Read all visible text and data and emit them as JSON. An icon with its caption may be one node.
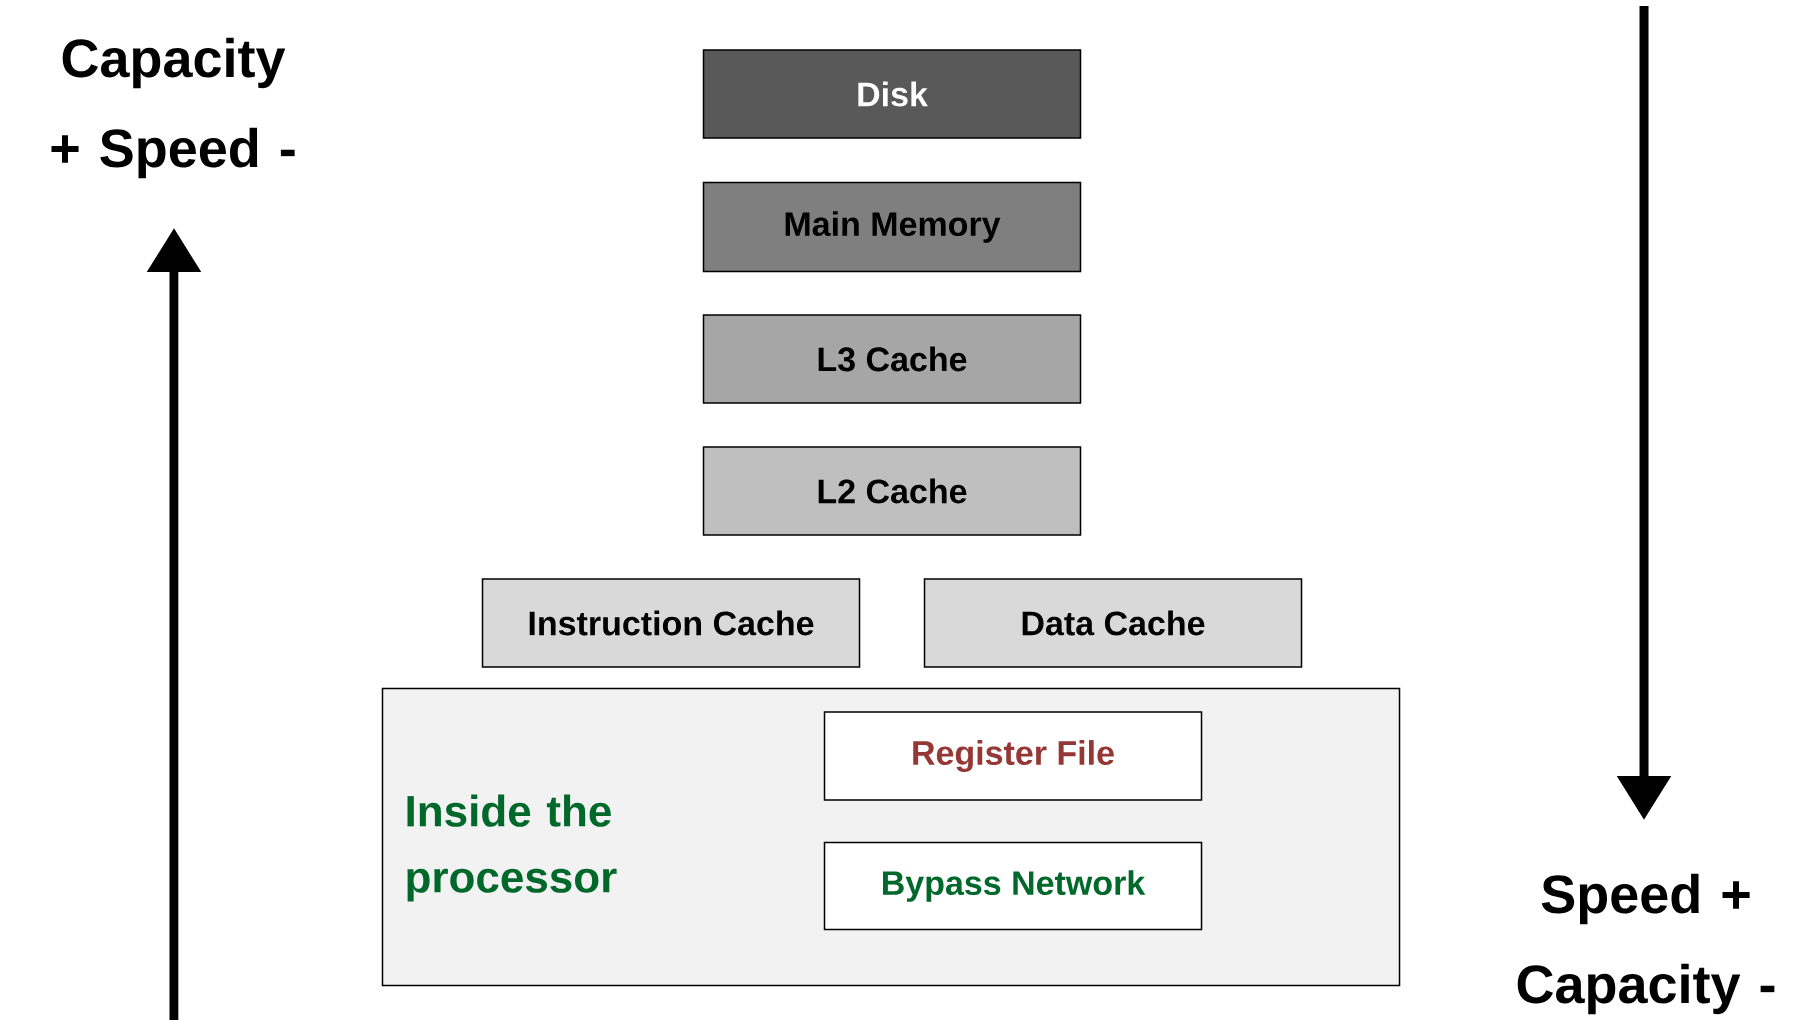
{
  "diagram": {
    "nodes": [
      {
        "text": [
          "Disk"
        ]
      },
      {
        "text": [
          "Main Memory"
        ]
      },
      {
        "text": [
          "L3 Cache"
        ]
      },
      {
        "text": [
          "L2 Cache"
        ]
      },
      {
        "text": [
          "Instruction Cache"
        ]
      },
      {
        "text": [
          "Data Cache"
        ]
      },
      {
        "text": [
          "Inside the processor"
        ]
      },
      {
        "text": [
          "Register File"
        ],
        "in": 6
      },
      {
        "text": [
          "Bypass Network"
        ],
        "in": 6
      }
    ],
    "labels": [
      "Capacity + Speed -",
      "Speed + Capacity -"
    ]
  }
}
